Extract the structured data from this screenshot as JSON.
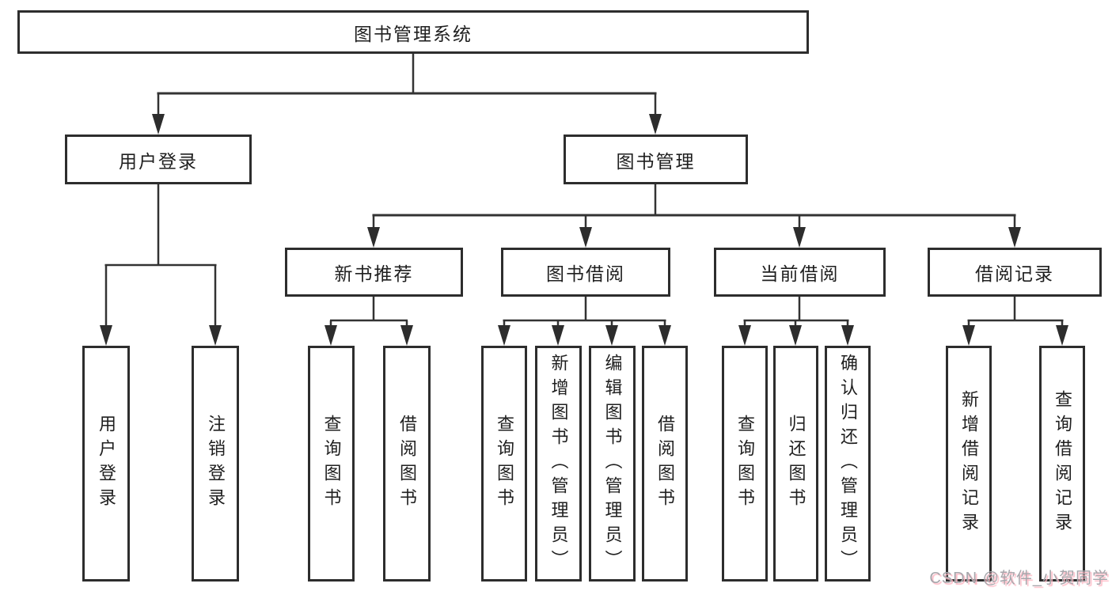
{
  "tree": {
    "root": {
      "label": "图书管理系统"
    },
    "branches": [
      {
        "label": "用户登录",
        "children": [
          {
            "label": "用户登录"
          },
          {
            "label": "注销登录"
          }
        ]
      },
      {
        "label": "图书管理",
        "children": [
          {
            "label": "新书推荐",
            "children": [
              {
                "label": "查询图书"
              },
              {
                "label": "借阅图书"
              }
            ]
          },
          {
            "label": "图书借阅",
            "children": [
              {
                "label": "查询图书"
              },
              {
                "label": "新增图书（管理员）"
              },
              {
                "label": "编辑图书（管理员）"
              },
              {
                "label": "借阅图书"
              }
            ]
          },
          {
            "label": "当前借阅",
            "children": [
              {
                "label": "查询图书"
              },
              {
                "label": "归还图书"
              },
              {
                "label": "确认归还（管理员）"
              }
            ]
          },
          {
            "label": "借阅记录",
            "children": [
              {
                "label": "新增借阅记录"
              },
              {
                "label": "查询借阅记录"
              }
            ]
          }
        ]
      }
    ]
  },
  "watermark": {
    "text": "CSDN @软件_小贺同学"
  },
  "colors": {
    "line": "#333333",
    "border": "#2d2d2d",
    "fill": "#ffffff",
    "text": "#1f1f1f",
    "watermark_text": "#a6a6ab",
    "watermark_shadow": "#ffb9c5"
  }
}
